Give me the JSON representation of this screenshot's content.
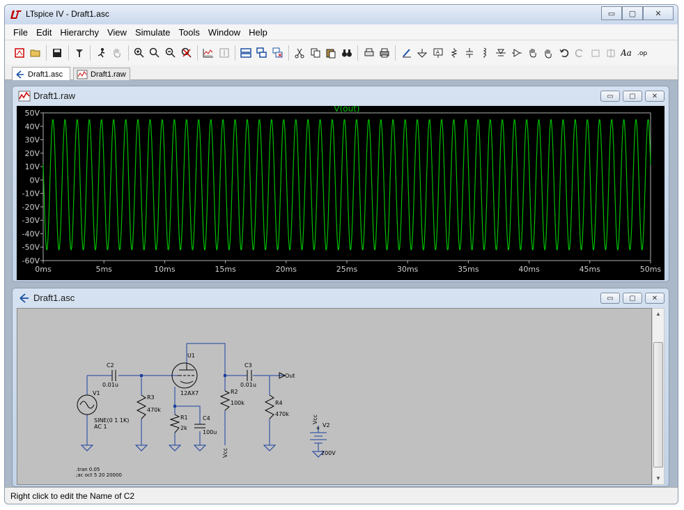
{
  "window": {
    "title": "LTspice IV - Draft1.asc",
    "min": "▭",
    "max": "▢",
    "close": "✕"
  },
  "menu": [
    "File",
    "Edit",
    "Hierarchy",
    "View",
    "Simulate",
    "Tools",
    "Window",
    "Help"
  ],
  "toolbar_icons": [
    "new-schematic-icon",
    "open-icon",
    "save-icon",
    "control-panel-icon",
    "run-icon",
    "halt-icon",
    "zoom-in-icon",
    "zoom-pan-icon",
    "zoom-out-icon",
    "zoom-fit-icon",
    "autorange-icon",
    "vertical-autorange-icon",
    "tile-icon",
    "cascade-icon",
    "close-windows-icon",
    "cut-icon",
    "copy-icon",
    "paste-icon",
    "find-icon",
    "print-preview-icon",
    "print-icon",
    "draw-wire-icon",
    "ground-icon",
    "label-net-icon",
    "resistor-icon",
    "capacitor-icon",
    "inductor-icon",
    "diode-icon",
    "component-icon",
    "move-icon",
    "drag-icon",
    "undo-icon",
    "redo-icon",
    "rotate-icon",
    "mirror-icon",
    "text-icon",
    "spice-directive-icon"
  ],
  "tabs": [
    {
      "label": "Draft1.asc",
      "icon": "schematic-icon"
    },
    {
      "label": "Draft1.raw",
      "icon": "waveform-icon"
    }
  ],
  "waveform": {
    "title": "Draft1.raw",
    "trace_name": "V(out)",
    "trace_color": "#00c000",
    "chart_data": {
      "type": "line",
      "title": "V(out)",
      "xlabel": "",
      "ylabel": "",
      "x_ticks": [
        "0ms",
        "5ms",
        "10ms",
        "15ms",
        "20ms",
        "25ms",
        "30ms",
        "35ms",
        "40ms",
        "45ms",
        "50ms"
      ],
      "y_ticks": [
        "50V",
        "40V",
        "30V",
        "20V",
        "10V",
        "0V",
        "-10V",
        "-20V",
        "-30V",
        "-40V",
        "-50V",
        "-60V"
      ],
      "xlim": [
        0,
        50
      ],
      "ylim": [
        -60,
        50
      ],
      "series": [
        {
          "name": "V(out)",
          "frequency_khz": 1,
          "amplitude_high": 45,
          "amplitude_low": -52,
          "offset": -3.5
        }
      ],
      "grid": false
    }
  },
  "schematic": {
    "title": "Draft1.asc",
    "labels": {
      "c2": "C2",
      "c2v": "0.01u",
      "v1": "V1",
      "v1v1": "SINE(0 1 1K)",
      "v1v2": "AC 1",
      "r3": "R3",
      "r3v": "470k",
      "u1": "U1",
      "u1v": "12AX7",
      "r1": "R1",
      "r1v": "2k",
      "c4": "C4",
      "c4v": "100u",
      "r2": "R2",
      "r2v": "100k",
      "c3": "C3",
      "c3v": "0.01u",
      "out": "Out",
      "r4": "R4",
      "r4v": "470k",
      "vcc_r2": "Vcc",
      "vcc_v2": "Vcc",
      "v2": "V2",
      "v2v": "200V",
      "dir1": ".tran 0.05",
      "dir2": ";ac oct 5 20 20000"
    }
  },
  "status": "Right click to edit the Name of C2"
}
